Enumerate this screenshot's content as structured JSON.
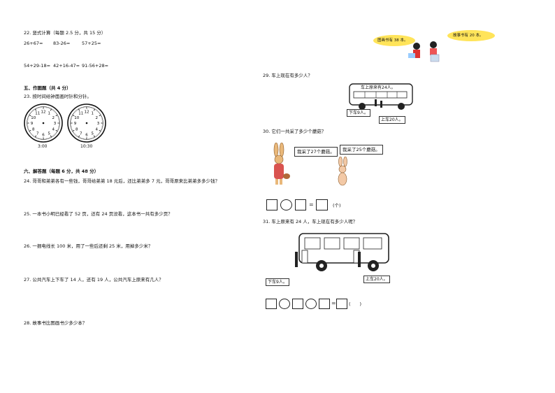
{
  "left": {
    "q22": {
      "title": "22. 竖式计算（每题 2.5 分，共 15 分）",
      "row1": [
        "26+67=",
        "83-26=",
        "57+25="
      ],
      "row2": [
        "54+29-18=",
        "42+16-47=",
        "91-56+28="
      ]
    },
    "sec5": "五、作图题（共 4 分）",
    "q23": {
      "text": "23. 按时间给钟面画时针和分针。",
      "times": [
        "3:00",
        "10:30"
      ]
    },
    "sec6": "六、解答题（每题 6 分，共 48 分）",
    "q24": "24. 哥哥和弟弟各有一些钱，哥哥给弟弟 18 元后，还比弟弟多 7 元，哥哥原来比弟弟多多少钱？",
    "q25": "25. 一本书小明已经看了 52 页，还有 24 页没看，这本书一共有多少页？",
    "q26": "26. 一捆电线长 100 米，用了一些后还剩 25 米，用掉多少米？",
    "q27": "27. 公共汽车上下车了 14 人，还有 19 人，公共汽车上原来有几人？",
    "q28": "28. 故事书比图画书少多少本？"
  },
  "right": {
    "q28_bubbles": [
      "图画书有 38 本。",
      "故事书有 20 本。"
    ],
    "q29": {
      "text": "29. 车上现在有多少人？",
      "sign": "车上原来有24人。",
      "down": "下车9人。",
      "up": "上车20人。"
    },
    "q30": {
      "text": "30. 它们一共采了多少个蘑菇？",
      "b1": "我采了27个蘑菇。",
      "b2": "我采了25个蘑菇。",
      "eq": "=",
      "unit": "(个)"
    },
    "q31": {
      "text": "31. 车上原来有 24 人，车上现在有多少人呢？",
      "down": "下车9人。",
      "up": "上车20人。",
      "eq": "=",
      "paren": "(　　)"
    }
  }
}
